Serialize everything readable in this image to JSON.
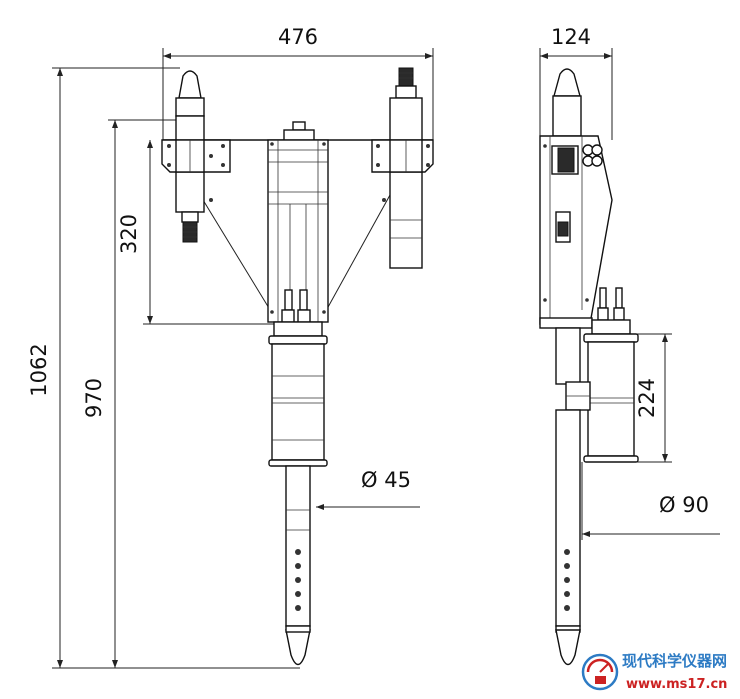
{
  "dimensions": {
    "front_width": "476",
    "side_width": "124",
    "total_height": "1062",
    "working_height": "970",
    "bracket_height": "320",
    "rod_diameter": "Ø 45",
    "body_height": "224",
    "body_diameter": "Ø 90"
  },
  "watermark": {
    "site_name": "现代科学仪器网",
    "url": "www.ms17.cn",
    "logo_icon": "gauge-logo-icon"
  },
  "colors": {
    "line": "#222222",
    "watermark_blue": "#2d7bc4",
    "watermark_red": "#cc2222"
  }
}
